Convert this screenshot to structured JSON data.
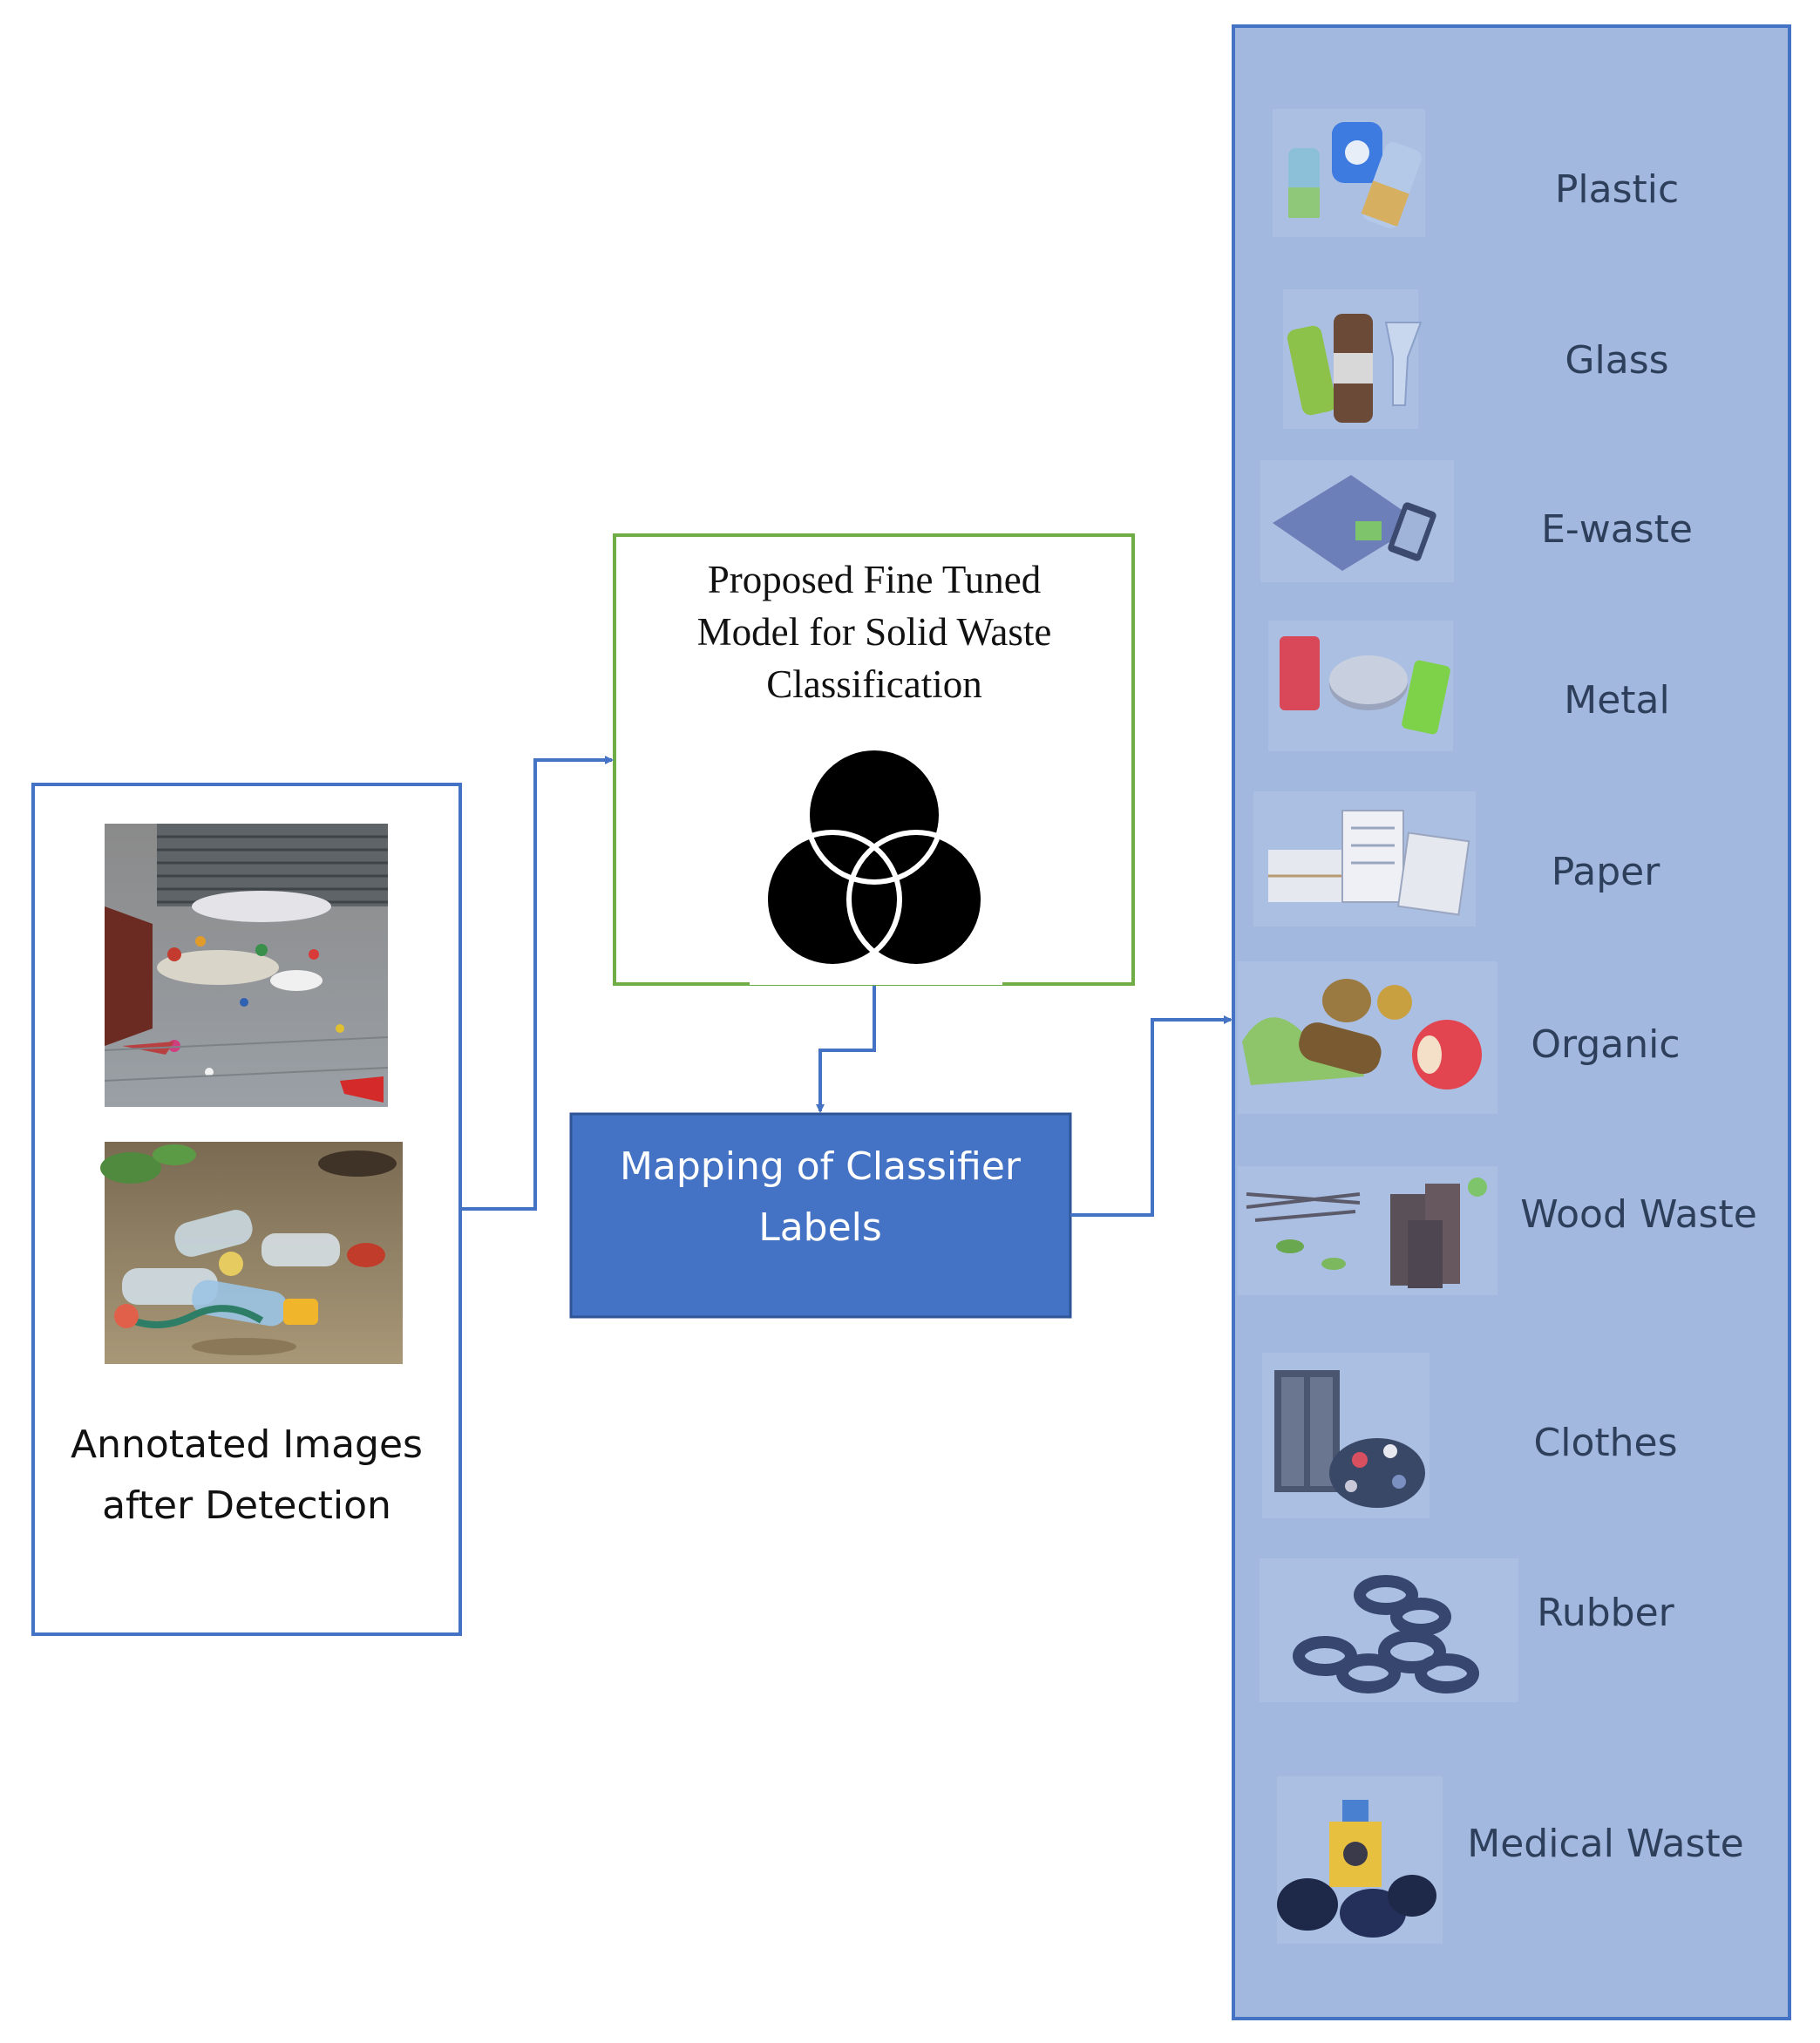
{
  "input_box": {
    "caption_line1": "Annotated Images",
    "caption_line2": "after Detection"
  },
  "model_box": {
    "title_line1": "Proposed Fine Tuned",
    "title_line2": "Model for Solid Waste",
    "title_line3": "Classification",
    "icon": "three-circle-venn-icon"
  },
  "mapping_box": {
    "label_line1": "Mapping of Classifier",
    "label_line2": "Labels"
  },
  "categories": [
    {
      "label": "Plastic",
      "icon": "plastic-bottles-icon"
    },
    {
      "label": "Glass",
      "icon": "glass-bottles-icon"
    },
    {
      "label": "E-waste",
      "icon": "e-waste-icon"
    },
    {
      "label": "Metal",
      "icon": "metal-cans-icon"
    },
    {
      "label": "Paper",
      "icon": "paper-stack-icon"
    },
    {
      "label": "Organic",
      "icon": "organic-food-icon"
    },
    {
      "label": "Wood Waste",
      "icon": "wood-logs-icon"
    },
    {
      "label": "Clothes",
      "icon": "clothes-pile-icon"
    },
    {
      "label": "Rubber",
      "icon": "tires-icon"
    },
    {
      "label": "Medical Waste",
      "icon": "medical-waste-icon"
    }
  ],
  "colors": {
    "outline_blue": "#4472c4",
    "mapping_fill": "#4472c4",
    "category_panel_fill": "#a3b8df",
    "model_border_green": "#70ad47",
    "category_text": "#2e3f5c"
  }
}
